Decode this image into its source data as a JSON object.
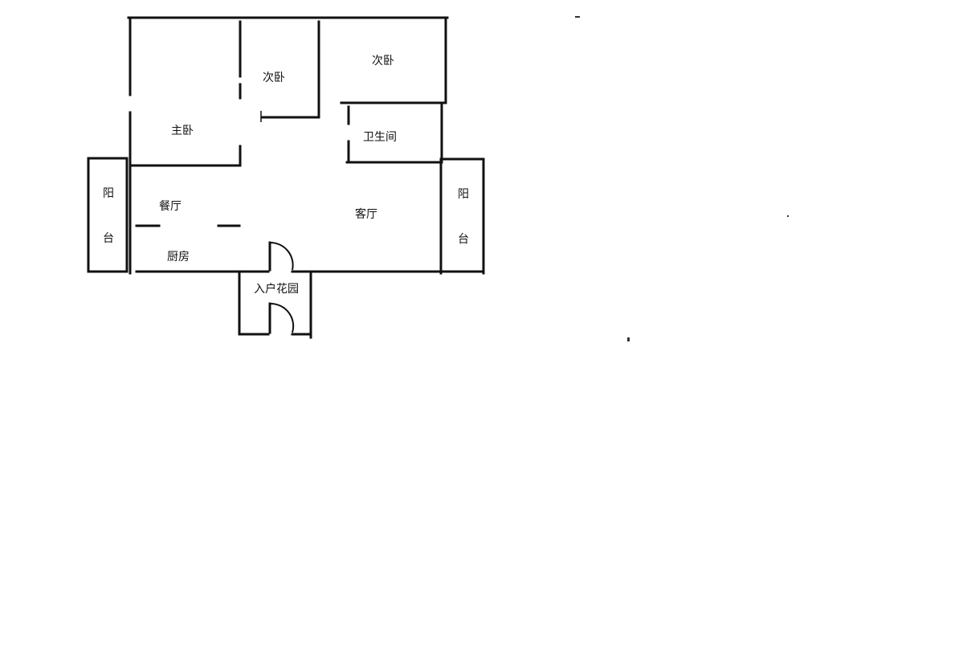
{
  "rooms": {
    "master_bedroom": "主卧",
    "second_bedroom_left": "次卧",
    "second_bedroom_right": "次卧",
    "bathroom": "卫生间",
    "dining_room": "餐厅",
    "living_room": "客厅",
    "kitchen": "厨房",
    "entry_garden": "入户花园",
    "balcony_left_top": "阳",
    "balcony_left_bottom": "台",
    "balcony_right_top": "阳",
    "balcony_right_bottom": "台"
  },
  "colors": {
    "wall": "#111111",
    "background": "#ffffff"
  }
}
